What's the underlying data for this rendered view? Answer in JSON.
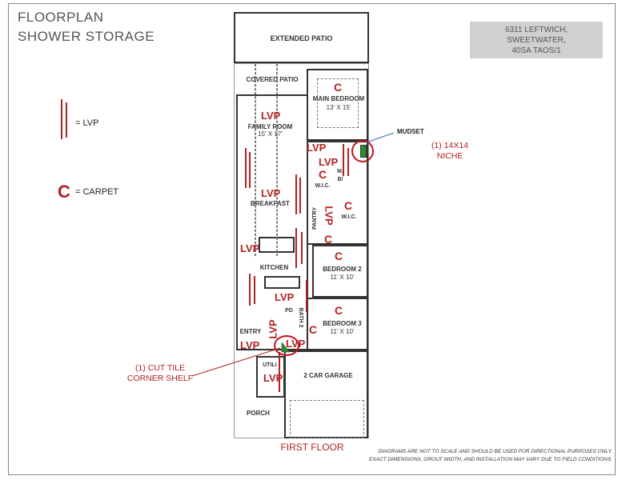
{
  "title": {
    "line1": "FLOORPLAN",
    "line2": "SHOWER STORAGE"
  },
  "address": {
    "line1": "6311 LEFTWICH,",
    "line2": "SWEETWATER,",
    "line3": "40SA TAOS/1"
  },
  "legend": {
    "lvp_label": "= LVP",
    "carpet_symbol": "C",
    "carpet_label": "= CARPET"
  },
  "rooms": {
    "extended_patio": "EXTENDED PATIO",
    "covered_patio": "COVERED PATIO",
    "main_bedroom": "MAIN BEDROOM",
    "main_bedroom_size": "13' X 15'",
    "family_room": "FAMILY ROOM",
    "family_room_size": "15' X 17'",
    "breakfast": "BREAKFAST",
    "wic1": "W.I.C.",
    "wic2": "W.I.C.",
    "main_bath": "M. B/",
    "pantry": "PANTRY",
    "kitchen": "KITCHEN",
    "bedroom2": "BEDROOM 2",
    "bedroom2_size": "11' X 10'",
    "bedroom3": "BEDROOM 3",
    "bedroom3_size": "11' X 10'",
    "entry": "ENTRY",
    "powder": "PD",
    "bath2": "BATH 2",
    "utility": "UTILI",
    "garage": "2 CAR GARAGE",
    "porch": "PORCH"
  },
  "flooring": {
    "lvp": "LVP",
    "carpet": "C"
  },
  "callouts": {
    "mudset": "MUDSET",
    "niche_line1": "(1) 14X14",
    "niche_line2": "NICHE",
    "shelf_line1": "(1) CUT TILE",
    "shelf_line2": "CORNER SHELF"
  },
  "floor_label": "FIRST FLOOR",
  "disclaimer": {
    "line1": "DIAGRAMS ARE NOT TO SCALE AND SHOULD BE USED FOR DIRECTIONAL PURPOSES ONLY.",
    "line2": "EXACT DIMENSIONS, GROUT WIDTH, AND INSTALLATION MAY VARY DUE TO FIELD CONDITIONS."
  },
  "colors": {
    "flooring_mark": "#b22222",
    "address_box": "#d0d0d0",
    "storage_mark": "#2e8b2e"
  }
}
